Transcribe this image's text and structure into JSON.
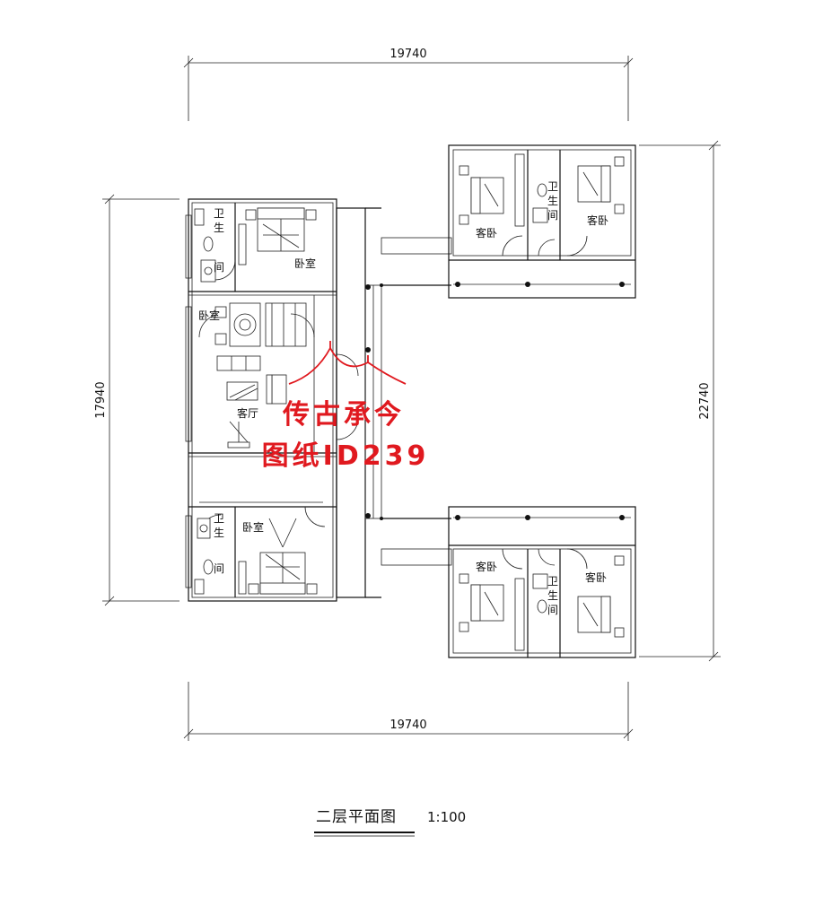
{
  "drawing": {
    "title": "二层平面图",
    "scale": "1:100"
  },
  "dimensions": {
    "top": "19740",
    "bottom": "19740",
    "left": "17940",
    "right": "22740"
  },
  "rooms": {
    "main_bath_top": [
      "卫",
      "生",
      "间"
    ],
    "main_bedroom_top": "卧室",
    "main_bedroom_mid": "卧室",
    "living_room": "客厅",
    "main_bath_bottom": [
      "卫",
      "生",
      "间"
    ],
    "main_bedroom_bottom": "卧室",
    "guest_top_left": "客卧",
    "guest_top_bath": [
      "卫",
      "生",
      "间"
    ],
    "guest_top_right": "客卧",
    "guest_bottom_left": "客卧",
    "guest_bottom_bath": [
      "卫",
      "生",
      "间"
    ],
    "guest_bottom_right": "客卧"
  },
  "watermark": {
    "line1": "传古承今",
    "line2": "图纸ID239",
    "color": "#e0191f"
  }
}
